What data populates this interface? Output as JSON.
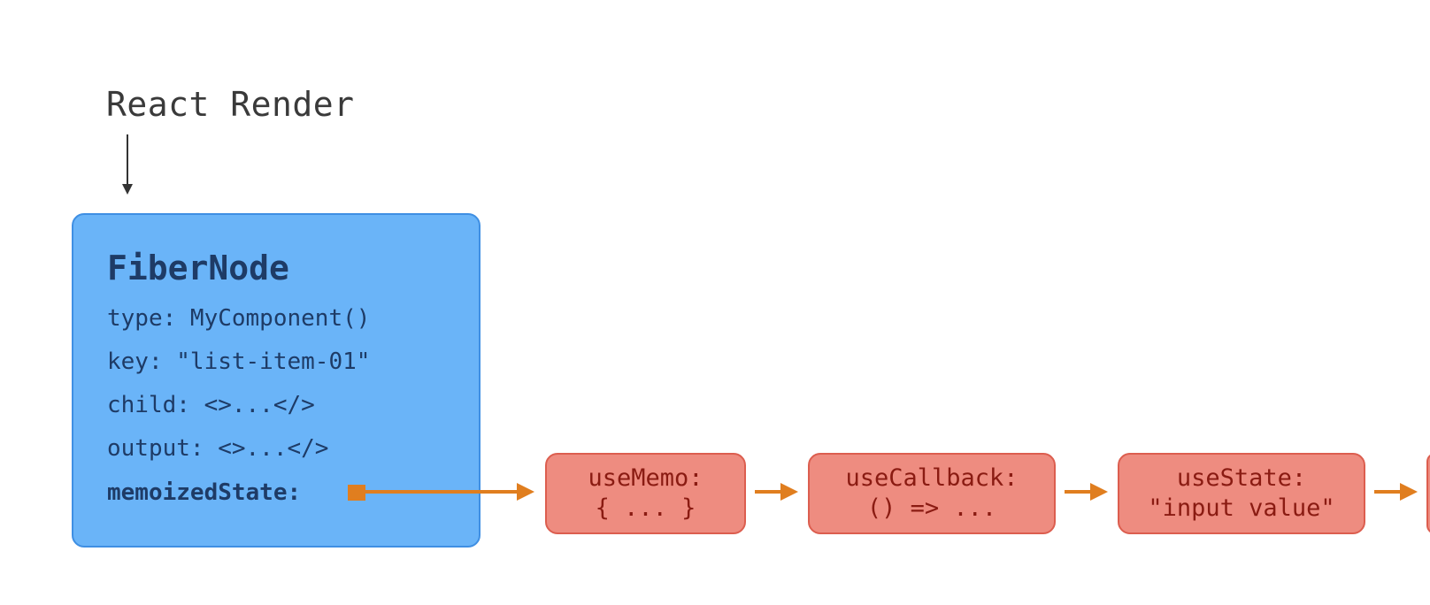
{
  "title": "React Render",
  "fiber_node": {
    "title": "FiberNode",
    "props": [
      "type: MyComponent()",
      "key: \"list-item-01\"",
      "child: <>...</>",
      "output: <>...</>",
      "memoizedState:"
    ]
  },
  "hooks": [
    {
      "line1": "useMemo:",
      "line2": "{ ... }"
    },
    {
      "line1": "useCallback:",
      "line2": "() => ..."
    },
    {
      "line1": "useState:",
      "line2": "\"input value\""
    }
  ],
  "colors": {
    "fiber_fill": "#6ab4f8",
    "fiber_border": "#3f8fe3",
    "hook_fill": "#ee8c80",
    "hook_border": "#dc5e4f",
    "arrow": "#e07e1f"
  }
}
